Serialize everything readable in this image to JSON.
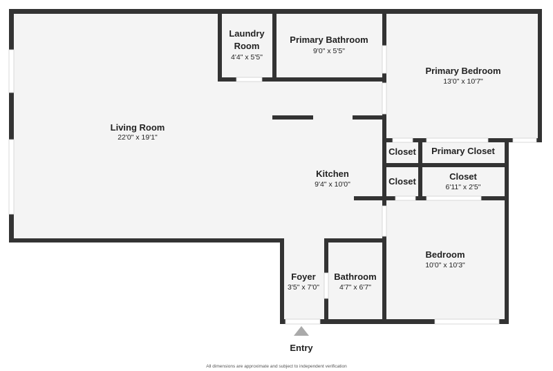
{
  "rooms": {
    "laundry": {
      "name_1": "Laundry",
      "name_2": "Room",
      "dim": "4'4\" x 5'5\""
    },
    "primary_bathroom": {
      "name": "Primary Bathroom",
      "dim": "9'0\" x 5'5\""
    },
    "primary_bedroom": {
      "name": "Primary Bedroom",
      "dim": "13'0\" x 10'7\""
    },
    "living_room": {
      "name": "Living Room",
      "dim": "22'0\" x 19'1\""
    },
    "kitchen": {
      "name": "Kitchen",
      "dim": "9'4\" x 10'0\""
    },
    "closet_1": {
      "name": "Closet"
    },
    "primary_closet": {
      "name": "Primary Closet"
    },
    "closet_2": {
      "name": "Closet"
    },
    "closet_3": {
      "name": "Closet",
      "dim": "6'11\" x 2'5\""
    },
    "bedroom": {
      "name": "Bedroom",
      "dim": "10'0\" x 10'3\""
    },
    "foyer": {
      "name": "Foyer",
      "dim": "3'5\" x 7'0\""
    },
    "bathroom": {
      "name": "Bathroom",
      "dim": "4'7\" x 6'7\""
    }
  },
  "entry_label": "Entry",
  "footer": "All dimensions are approximate and subject to independent verification",
  "colors": {
    "wall": "#333333",
    "floor": "#f4f4f4",
    "entry_marker": "#aaaaaa"
  }
}
